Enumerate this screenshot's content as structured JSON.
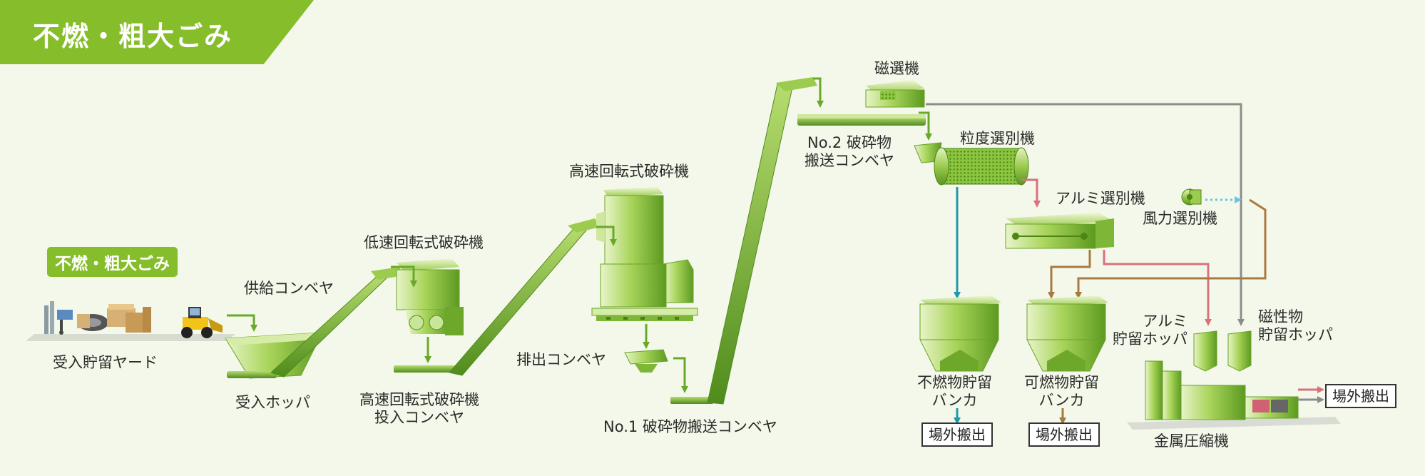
{
  "header": {
    "title": "不燃・粗大ごみ"
  },
  "badge": "不燃・粗大ごみ",
  "labels": {
    "receiving_yard": "受入貯留ヤード",
    "supply_conveyor": "供給コンベヤ",
    "receiving_hopper": "受入ホッパ",
    "low_speed_crusher": "低速回転式破砕機",
    "hs_feed_conveyor": [
      "高速回転式破砕機",
      "投入コンベヤ"
    ],
    "high_speed_crusher": "高速回転式破砕機",
    "discharge_conveyor": "排出コンベヤ",
    "no1_conveyor": "No.1 破砕物搬送コンベヤ",
    "no2_conveyor": [
      "No.2 破砕物",
      "搬送コンベヤ"
    ],
    "magnetic_separator": "磁選機",
    "trommel": "粒度選別機",
    "aluminum_separator": "アルミ選別機",
    "wind_separator": "風力選別機",
    "noncombustible_bunker": [
      "不燃物貯留",
      "バンカ"
    ],
    "combustible_bunker": [
      "可燃物貯留",
      "バンカ"
    ],
    "aluminum_hopper": [
      "アルミ",
      "貯留ホッパ"
    ],
    "magnetic_hopper": [
      "磁性物",
      "貯留ホッパ"
    ],
    "metal_compressor": "金属圧縮機",
    "offsite_1": "場外搬出",
    "offsite_2": "場外搬出",
    "offsite_3": "場外搬出"
  },
  "colors": {
    "banner": "#86bd2a",
    "equipment": "#8cc63f",
    "flow_green": "#6aa82a",
    "flow_gray": "#8c8c8c",
    "flow_pink": "#d9707e",
    "flow_brown": "#a87a3e",
    "flow_teal": "#1f9aa8",
    "flow_dotted": "#6fc3e0"
  }
}
